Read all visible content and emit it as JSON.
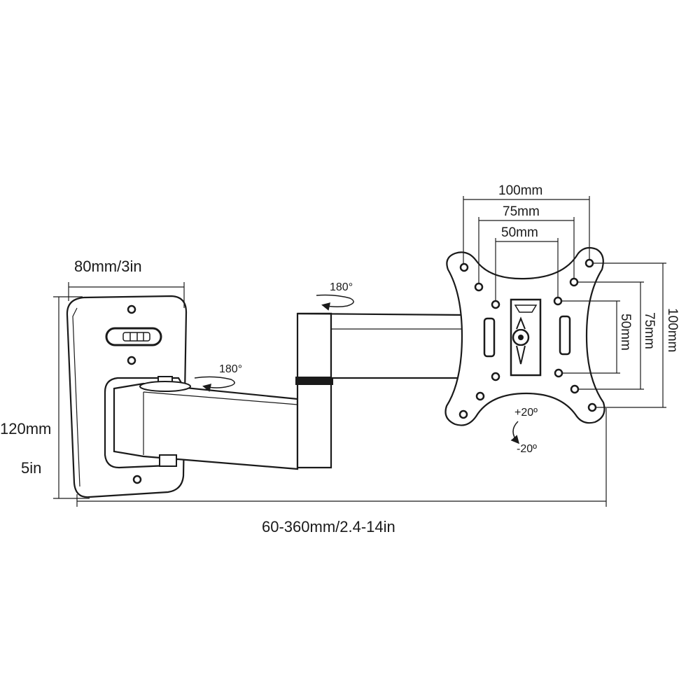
{
  "dimensions": {
    "plate_width": "80mm/3in",
    "plate_height_mm": "120mm",
    "plate_height_in": "5in",
    "extension": "60-360mm/2.4-14in",
    "vesa_h_100": "100mm",
    "vesa_h_75": "75mm",
    "vesa_h_50": "50mm",
    "vesa_v_100": "100mm",
    "vesa_v_75": "75mm",
    "vesa_v_50": "50mm"
  },
  "rotations": {
    "swivel_top": "180°",
    "swivel_mid": "180°",
    "tilt_up": "+20º",
    "tilt_down": "-20º"
  }
}
